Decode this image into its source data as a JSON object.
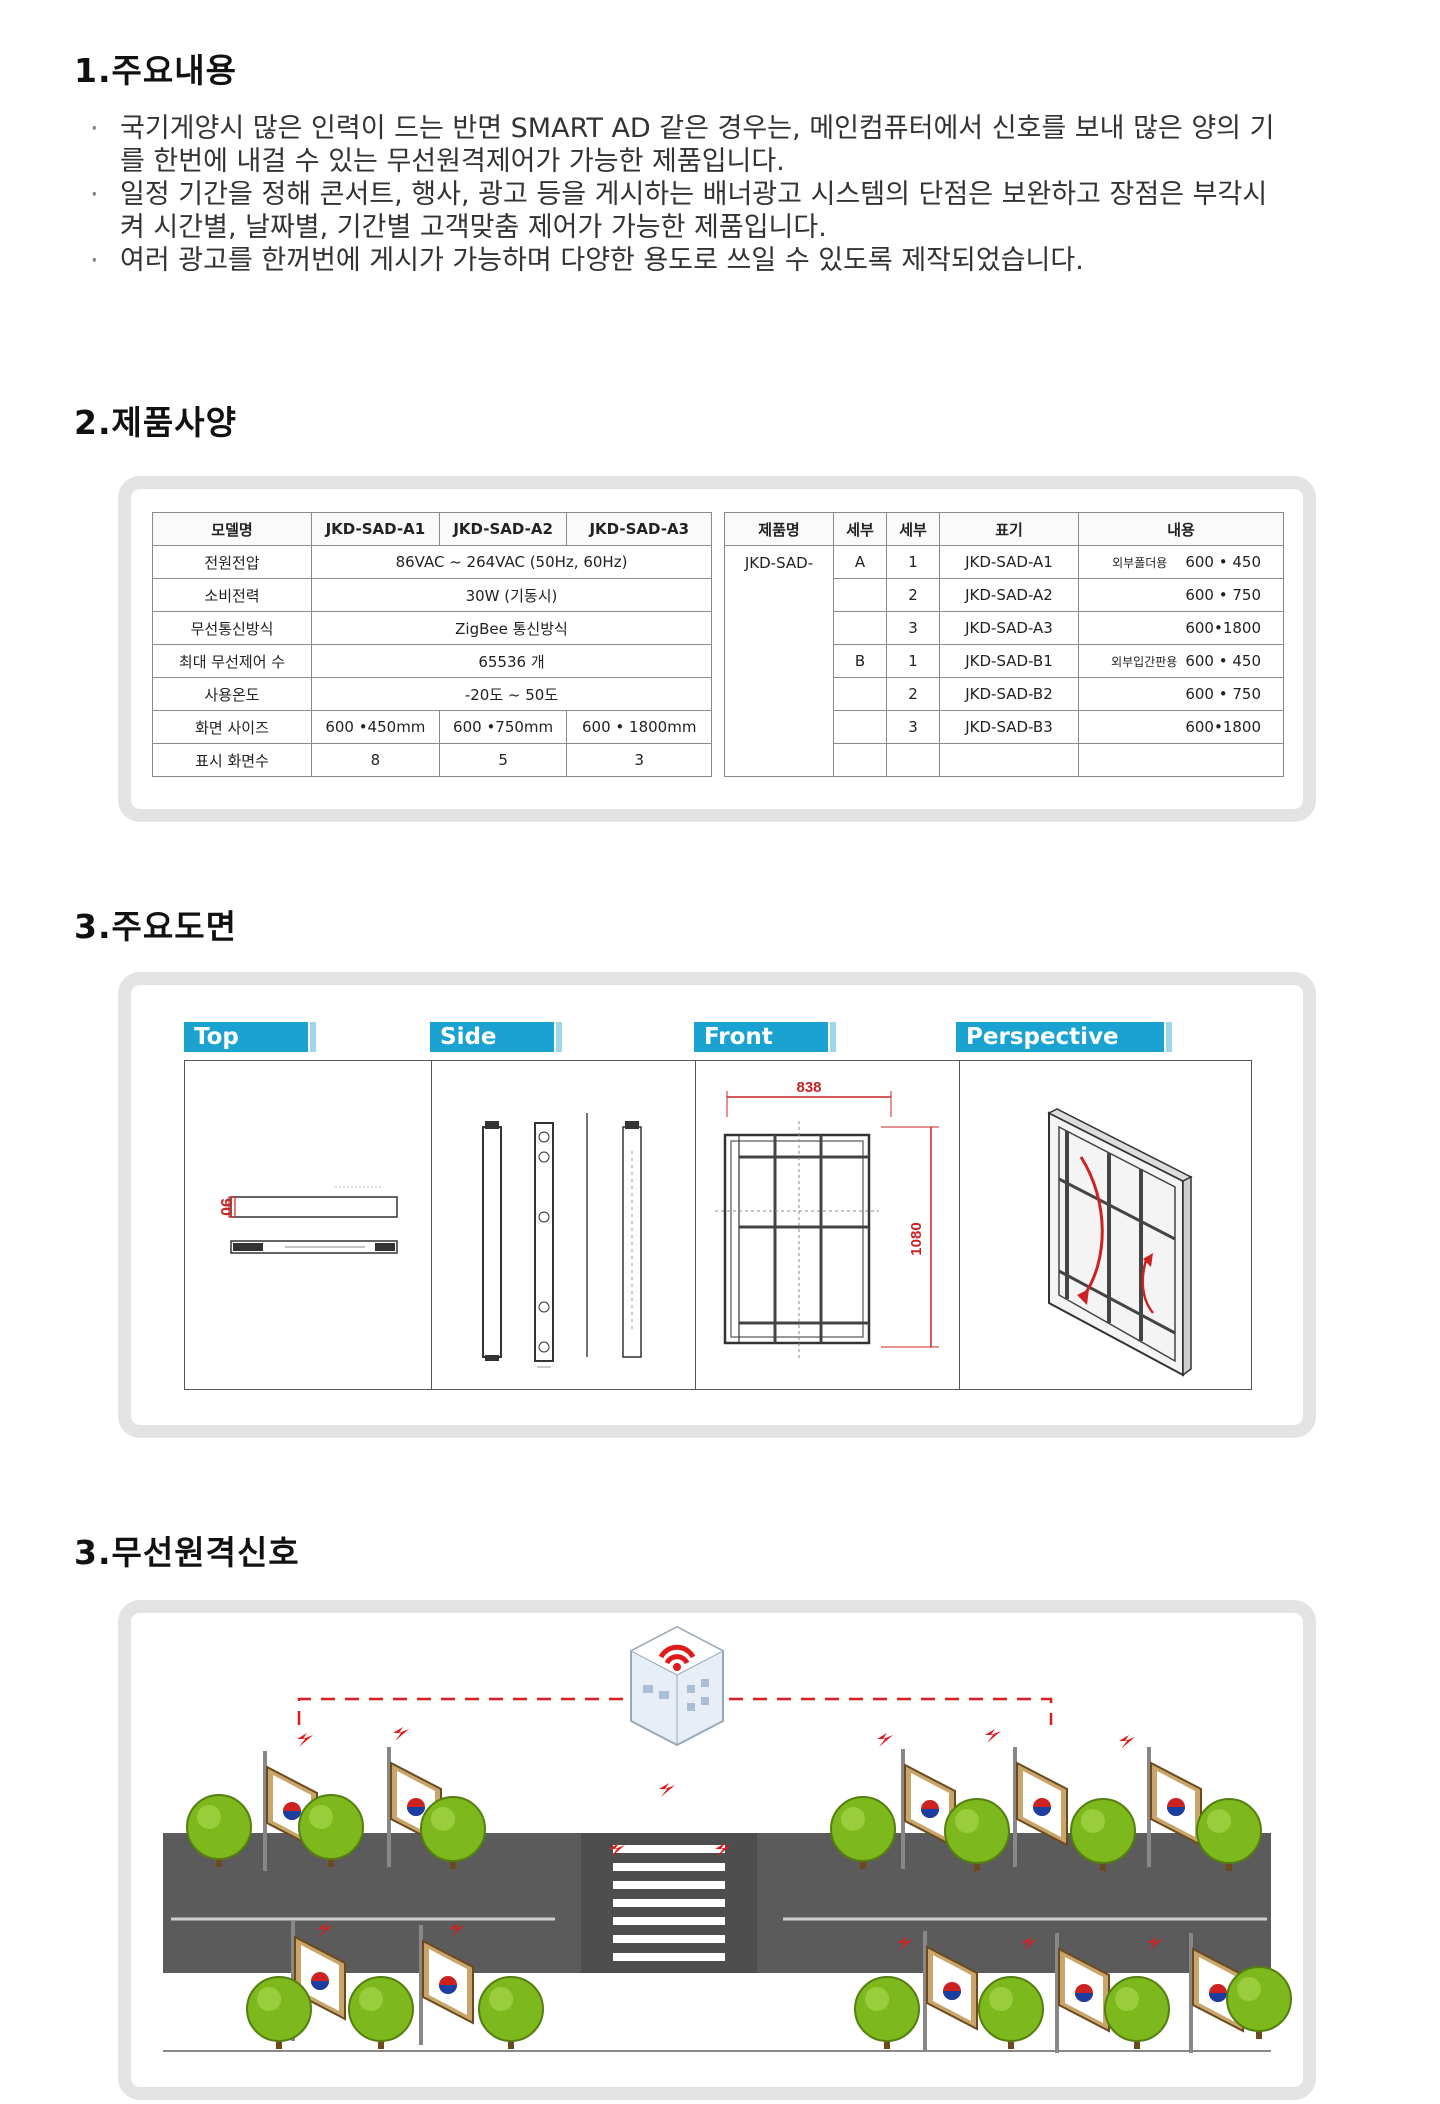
{
  "sections": {
    "s1": "1.주요내용",
    "s2": "2.제품사양",
    "s3": "3.주요도면",
    "s4": "3.무선원격신호"
  },
  "intro": {
    "bullet": "·",
    "items": [
      "국기게양시 많은 인력이 드는 반면 SMART AD 같은 경우는, 메인컴퓨터에서 신호를 보내 많은 양의 기를 한번에 내걸 수 있는 무선원격제어가 가능한 제품입니다.",
      "일정 기간을 정해 콘서트, 행사, 광고 등을 게시하는 배너광고 시스템의 단점은 보완하고 장점은 부각시켜 시간별, 날짜별, 기간별 고객맞춤 제어가 가능한 제품입니다.",
      "여러 광고를 한꺼번에 게시가 가능하며 다양한 용도로 쓰일 수 있도록 제작되었습니다."
    ]
  },
  "spec_table": {
    "headers": [
      "모델명",
      "JKD-SAD-A1",
      "JKD-SAD-A2",
      "JKD-SAD-A3"
    ],
    "rows": [
      {
        "label": "전원전압",
        "value": "86VAC ~ 264VAC (50Hz, 60Hz)"
      },
      {
        "label": "소비전력",
        "value": "30W (기동시)"
      },
      {
        "label": "무선통신방식",
        "value": "ZigBee 통신방식"
      },
      {
        "label": "최대 무선제어 수",
        "value": "65536 개"
      },
      {
        "label": "사용온도",
        "value": "-20도 ~ 50도"
      }
    ],
    "size_row": {
      "label": "화면 사이즈",
      "values": [
        "600 •450mm",
        "600 •750mm",
        "600 • 1800mm"
      ]
    },
    "count_row": {
      "label": "표시 화면수",
      "values": [
        "8",
        "5",
        "3"
      ]
    }
  },
  "model_table": {
    "headers": [
      "제품명",
      "세부",
      "세부",
      "표기",
      "내용"
    ],
    "prefix": "JKD-SAD-",
    "rows": [
      {
        "g": "A",
        "n": "1",
        "code": "JKD-SAD-A1",
        "type": "외부폴더용",
        "size": "600 • 450"
      },
      {
        "g": "",
        "n": "2",
        "code": "JKD-SAD-A2",
        "type": "",
        "size": "600 • 750"
      },
      {
        "g": "",
        "n": "3",
        "code": "JKD-SAD-A3",
        "type": "",
        "size": "600•1800"
      },
      {
        "g": "B",
        "n": "1",
        "code": "JKD-SAD-B1",
        "type": "외부입간판용",
        "size": "600 • 450"
      },
      {
        "g": "",
        "n": "2",
        "code": "JKD-SAD-B2",
        "type": "",
        "size": "600 • 750"
      },
      {
        "g": "",
        "n": "3",
        "code": "JKD-SAD-B3",
        "type": "",
        "size": "600•1800"
      },
      {
        "g": "",
        "n": "",
        "code": "",
        "type": "",
        "size": ""
      }
    ]
  },
  "drawings": {
    "tabs": [
      "Top View",
      "Side View",
      "Front View",
      "Perspective View"
    ],
    "dim_top": "90",
    "dim_width": "838",
    "dim_height": "1080"
  },
  "colors": {
    "tab": "#1aa3d1",
    "frame": "#e3e3e3",
    "tree": "#7db81c",
    "road": "#5b5b5b",
    "signal": "#e01b1b"
  }
}
